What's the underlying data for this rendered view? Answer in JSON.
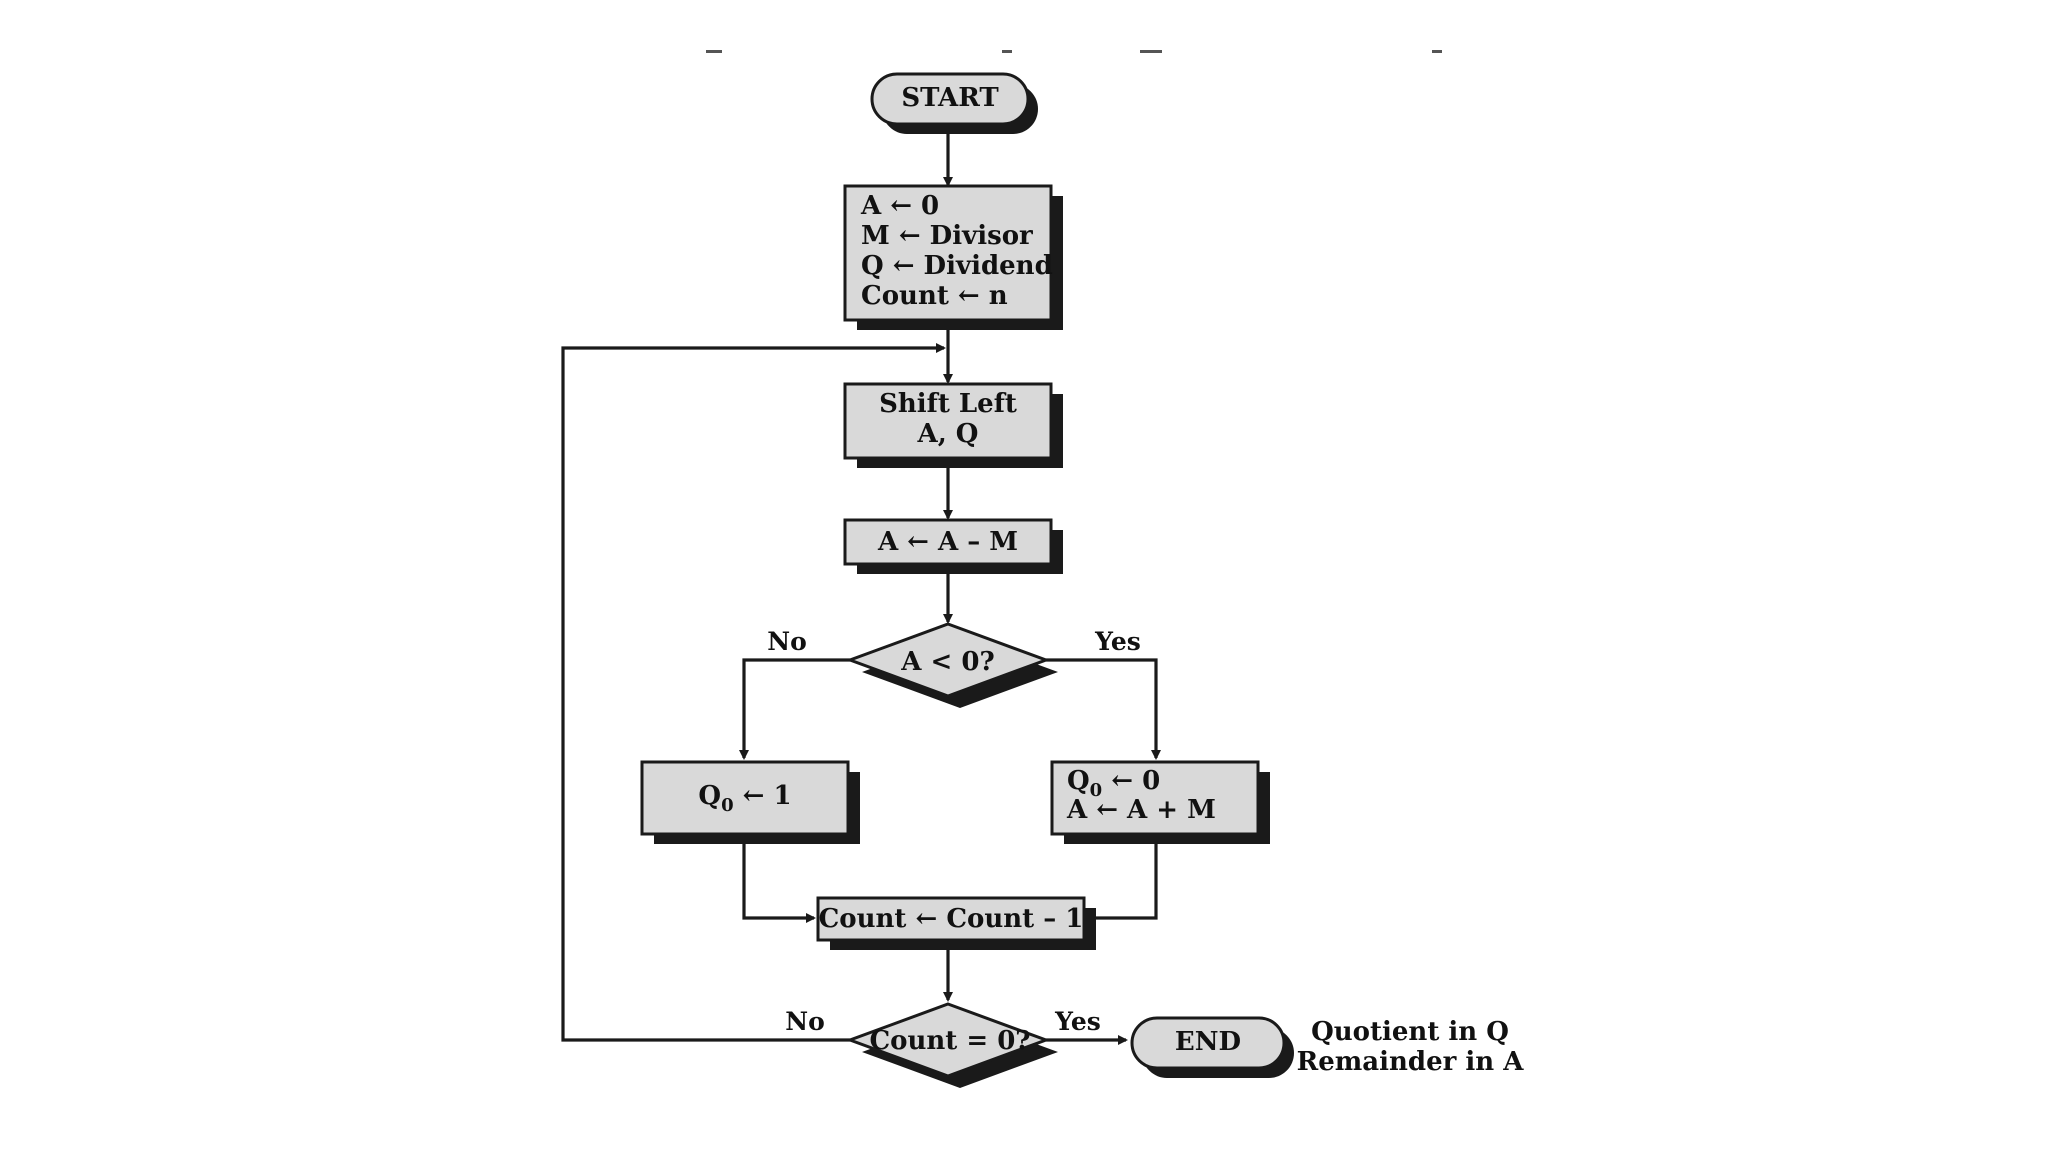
{
  "nodes": {
    "start": {
      "text": "START"
    },
    "init": {
      "lines": [
        "A ← 0",
        "M ← Divisor",
        "Q ← Dividend",
        "Count ← n"
      ]
    },
    "shift": {
      "lines": [
        "Shift Left",
        "A, Q"
      ]
    },
    "subtract": {
      "text": "A ← A – M"
    },
    "decision_a": {
      "text": "A < 0?"
    },
    "set_q1": {
      "text_main": "Q",
      "text_sub": "0",
      "text_rest": " ← 1"
    },
    "restore": {
      "line1_main": "Q",
      "line1_sub": "0",
      "line1_rest": " ← 0",
      "line2": "A ← A + M"
    },
    "decrement": {
      "text": "Count ← Count – 1"
    },
    "decision_count": {
      "text": "Count = 0?"
    },
    "end": {
      "text": "END"
    }
  },
  "edge_labels": {
    "a_no": "No",
    "a_yes": "Yes",
    "count_no": "No",
    "count_yes": "Yes"
  },
  "result_note": {
    "lines": [
      "Quotient in Q",
      "Remainder in A"
    ]
  }
}
